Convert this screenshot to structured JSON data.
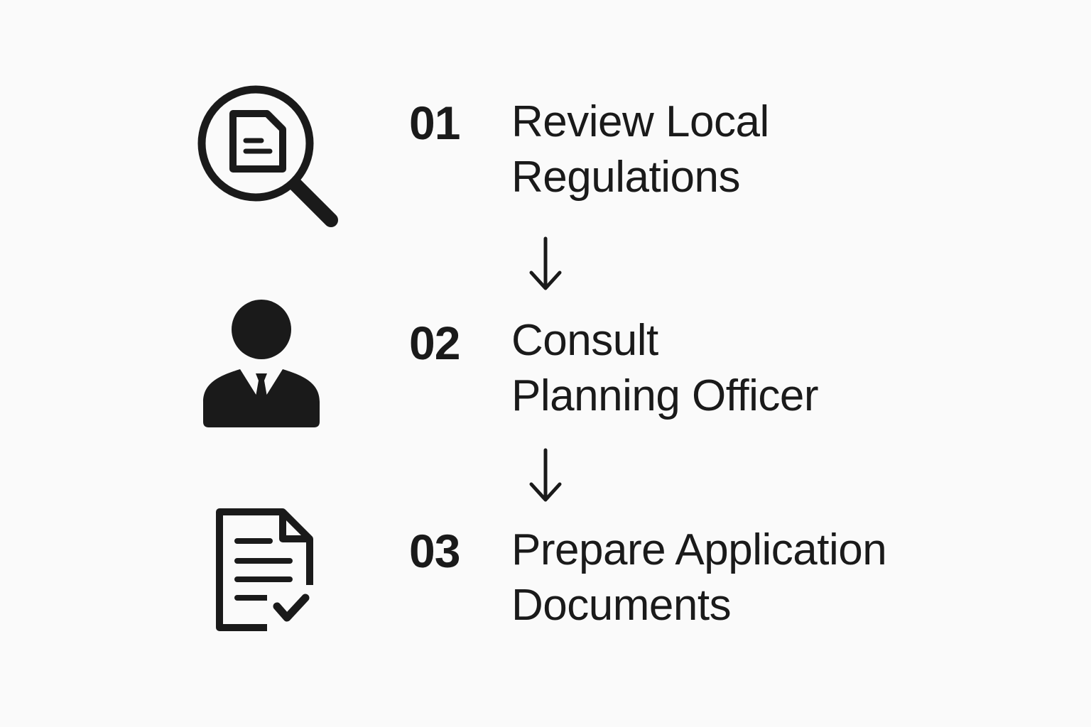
{
  "steps": [
    {
      "number": "01",
      "title_lines": [
        "Review Local",
        "Regulations"
      ],
      "icon": "magnifier-document-icon"
    },
    {
      "number": "02",
      "title_lines": [
        "Consult",
        "Planning Officer"
      ],
      "icon": "person-tie-icon"
    },
    {
      "number": "03",
      "title_lines": [
        "Prepare Application",
        "Documents"
      ],
      "icon": "document-check-icon"
    }
  ],
  "colors": {
    "background": "#fafafa",
    "ink": "#1a1a1a"
  }
}
